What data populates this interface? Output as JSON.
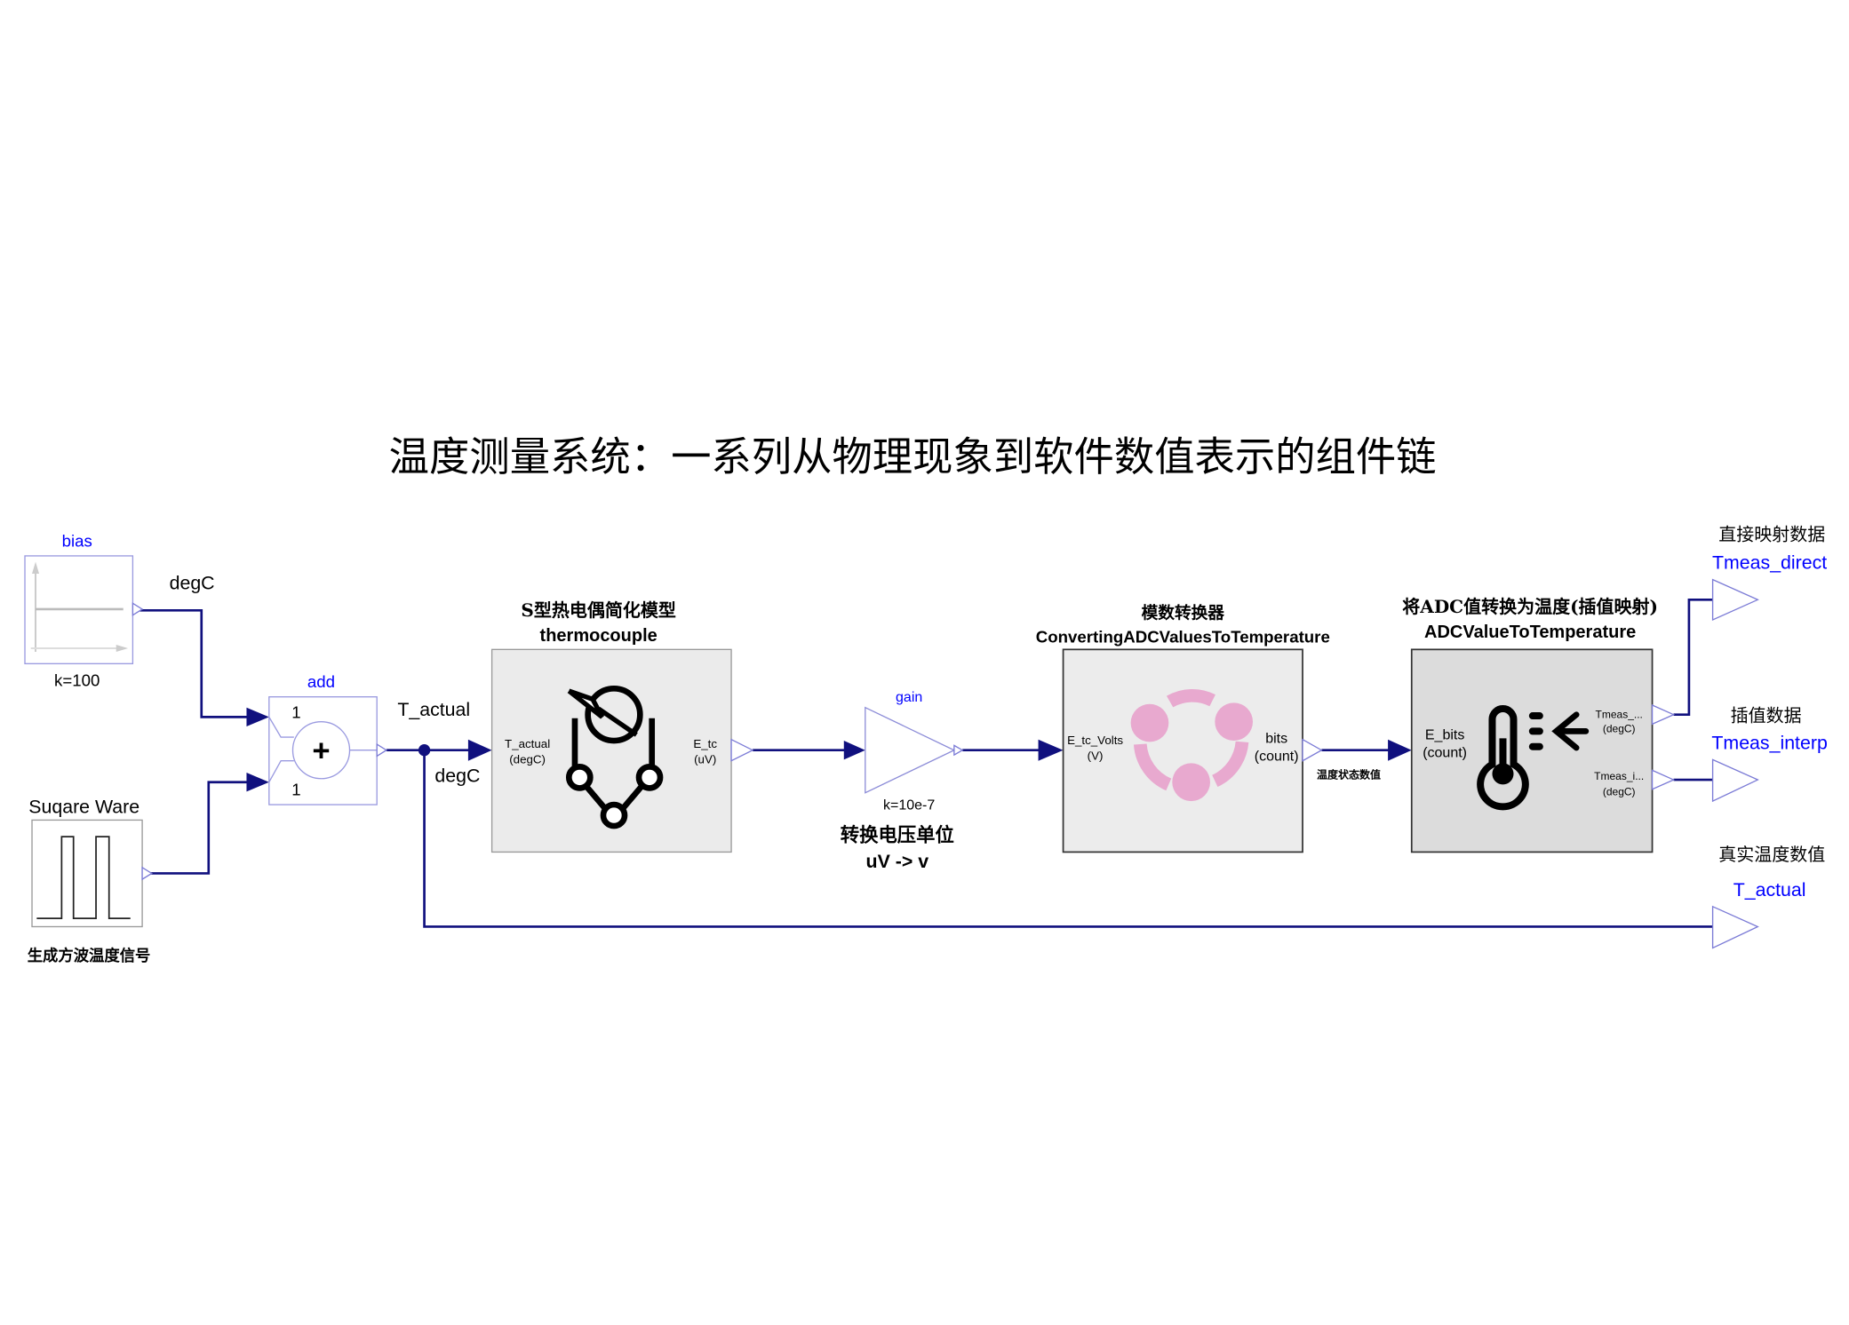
{
  "title": "温度测量系统：一系列从物理现象到软件数值表示的组件链",
  "colors": {
    "wire": "#10107e",
    "name_label": "#0000ff",
    "adc_icon": "#e8a9cf"
  },
  "bias": {
    "name": "bias",
    "param": "k=100",
    "output_unit": "degC"
  },
  "square_wave": {
    "name": "Suqare Ware",
    "description": "生成方波温度信号"
  },
  "add": {
    "name": "add",
    "gain1": "1",
    "gain2": "1",
    "symbol": "+",
    "output_label": "T_actual",
    "output_unit": "degC"
  },
  "thermocouple": {
    "title_cn": "S型热电偶简化模型",
    "name": "thermocouple",
    "in_port": "T_actual",
    "in_unit": "(degC)",
    "out_port": "E_tc",
    "out_unit": "(uV)"
  },
  "gain": {
    "name": "gain",
    "param": "k=10e-7",
    "desc_cn": "转换电压单位",
    "desc": "uV -> v"
  },
  "adc": {
    "title_cn": "模数转换器",
    "name": "ConvertingADCValuesToTemperature",
    "in_port": "E_tc_Volts",
    "in_unit": "(V)",
    "out_port": "bits",
    "out_unit": "(count)",
    "wire_label": "温度状态数值"
  },
  "adc2temp": {
    "title_cn": "将ADC值转换为温度(插值映射)",
    "name": "ADCValueToTemperature",
    "in_port": "E_bits",
    "in_unit": "(count)",
    "out1_port": "Tmeas_...",
    "out1_unit": "(degC)",
    "out2_port": "Tmeas_i...",
    "out2_unit": "(degC)"
  },
  "outputs": [
    {
      "desc": "直接映射数据",
      "name": "Tmeas_direct"
    },
    {
      "desc": "插值数据",
      "name": "Tmeas_interp"
    },
    {
      "desc": "真实温度数值",
      "name": "T_actual"
    }
  ]
}
